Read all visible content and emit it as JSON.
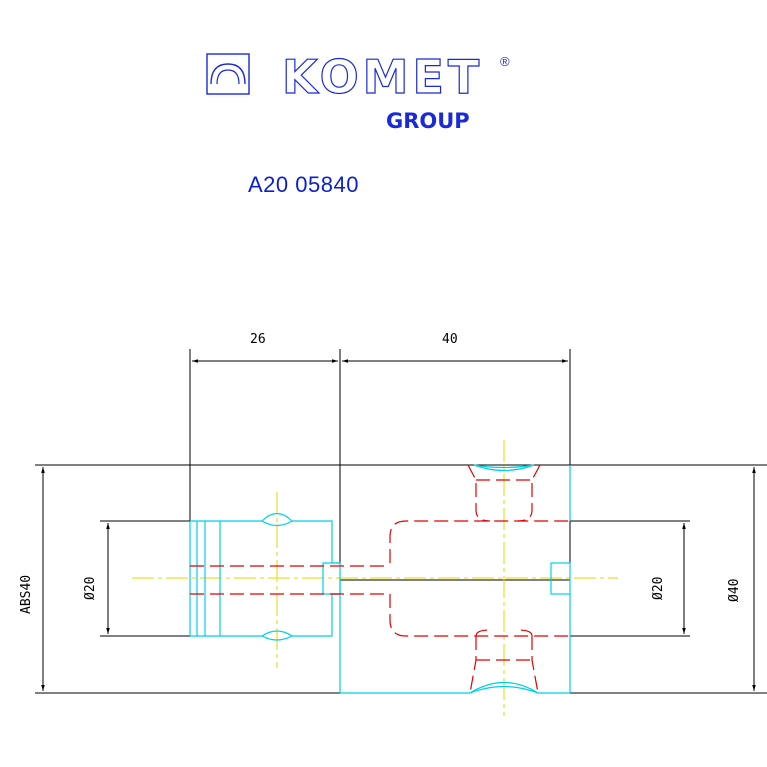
{
  "logo": {
    "brand": "KOMET",
    "sub": "GROUP",
    "registered_mark": "®",
    "color": "#1a2ad8"
  },
  "part_number": "A20 05840",
  "dimensions": {
    "len_left": "26",
    "len_right": "40",
    "abs": "ABS40",
    "dia_left": "Ø20",
    "dia_right": "Ø20",
    "dia_outer": "Ø40"
  },
  "colors": {
    "outline": "#00cfe8",
    "hidden": "#e00000",
    "centerline": "#e6d800",
    "dim": "#000000"
  }
}
